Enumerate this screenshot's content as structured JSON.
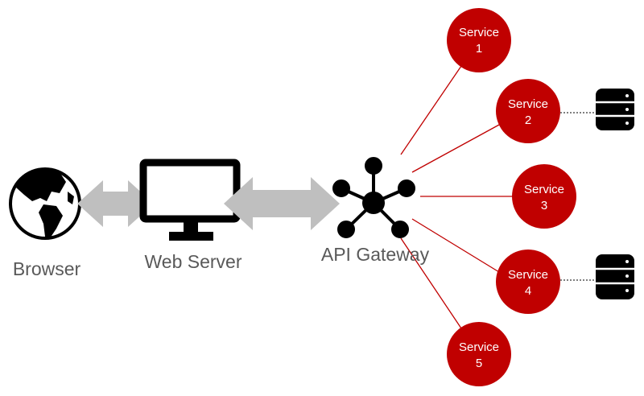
{
  "nodes": {
    "browser": {
      "label": "Browser"
    },
    "web_server": {
      "label": "Web Server"
    },
    "api_gateway": {
      "label": "API Gateway"
    }
  },
  "services": [
    {
      "line1": "Service",
      "line2": "1",
      "has_database": false
    },
    {
      "line1": "Service",
      "line2": "2",
      "has_database": true
    },
    {
      "line1": "Service",
      "line2": "3",
      "has_database": false
    },
    {
      "line1": "Service",
      "line2": "4",
      "has_database": true
    },
    {
      "line1": "Service",
      "line2": "5",
      "has_database": false
    }
  ],
  "colors": {
    "service_fill": "#c00000",
    "connector": "#c00000",
    "arrow": "#bfbfbf",
    "icon": "#000000",
    "label": "#595959"
  },
  "icons": {
    "browser": "globe-icon",
    "web_server": "monitor-icon",
    "api_gateway": "network-hub-icon",
    "database": "database-icon"
  }
}
